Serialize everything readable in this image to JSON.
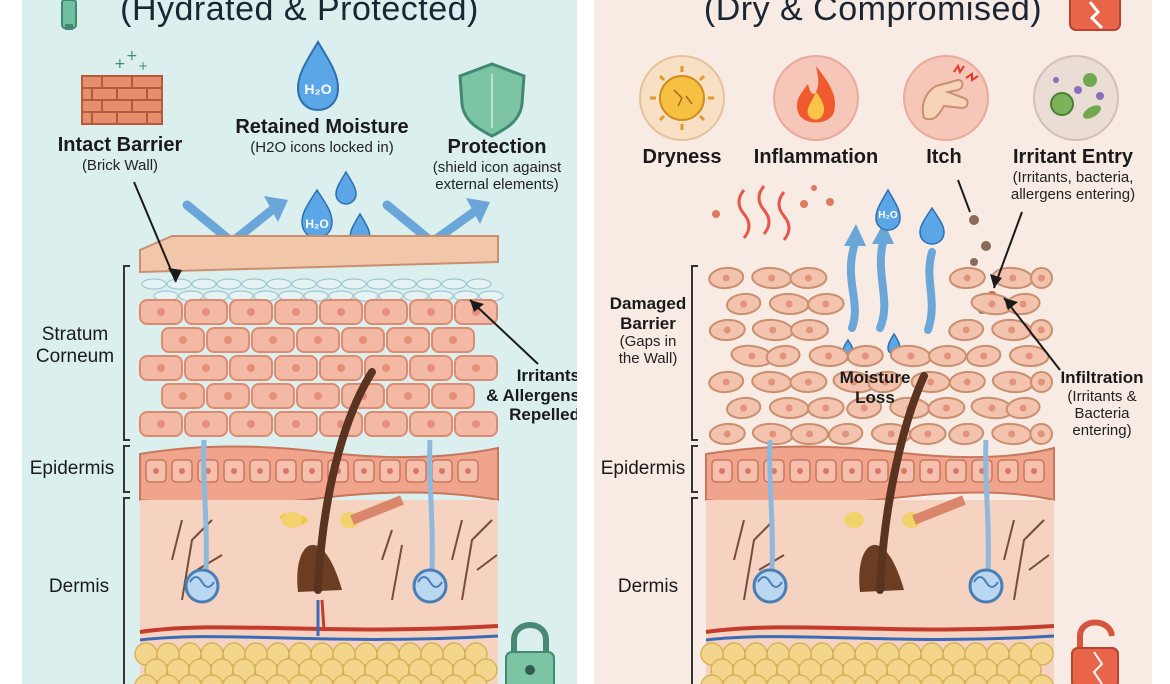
{
  "left": {
    "title": "(Hydrated & Protected)",
    "intact_barrier": {
      "title": "Intact Barrier",
      "sub": "(Brick Wall)"
    },
    "retained_moisture": {
      "title": "Retained Moisture",
      "sub": "(H2O icons locked in)"
    },
    "protection": {
      "title": "Protection",
      "sub1": "(shield icon against",
      "sub2": "external elements)"
    },
    "stratum_corneum": {
      "line1": "Stratum",
      "line2": "Corneum"
    },
    "irritants_repelled": {
      "line1": "Irritants",
      "line2": "& Allergens",
      "line3": "Repelled"
    },
    "epidermis": "Epidermis",
    "dermis": "Dermis",
    "h2o": "H₂O"
  },
  "right": {
    "title": "(Dry & Compromised)",
    "symptoms": [
      "Dryness",
      "Inflammation",
      "Itch",
      "Irritant Entry"
    ],
    "irritant_entry_sub1": "(Irritants, bacteria,",
    "irritant_entry_sub2": "allergens entering)",
    "damaged_barrier": {
      "line1": "Damaged",
      "line2": "Barrier",
      "sub1": "(Gaps in",
      "sub2": "the Wall)"
    },
    "moisture_loss": {
      "line1": "Moisture",
      "line2": "Loss"
    },
    "infiltration": {
      "title": "Infiltration",
      "sub1": "(Irritants &",
      "sub2": "Bacteria",
      "sub3": "entering)"
    },
    "epidermis": "Epidermis",
    "dermis": "Dermis",
    "h2o": "H₂O"
  },
  "colors": {
    "left_bg": "#dcefef",
    "right_bg": "#f7ebe4",
    "skin_cell": "#f4b9a5",
    "brick": "#e07a55",
    "water": "#4a90d9",
    "shield": "#5cae8f",
    "hair": "#5a3420",
    "fat": "#f3d68c"
  }
}
